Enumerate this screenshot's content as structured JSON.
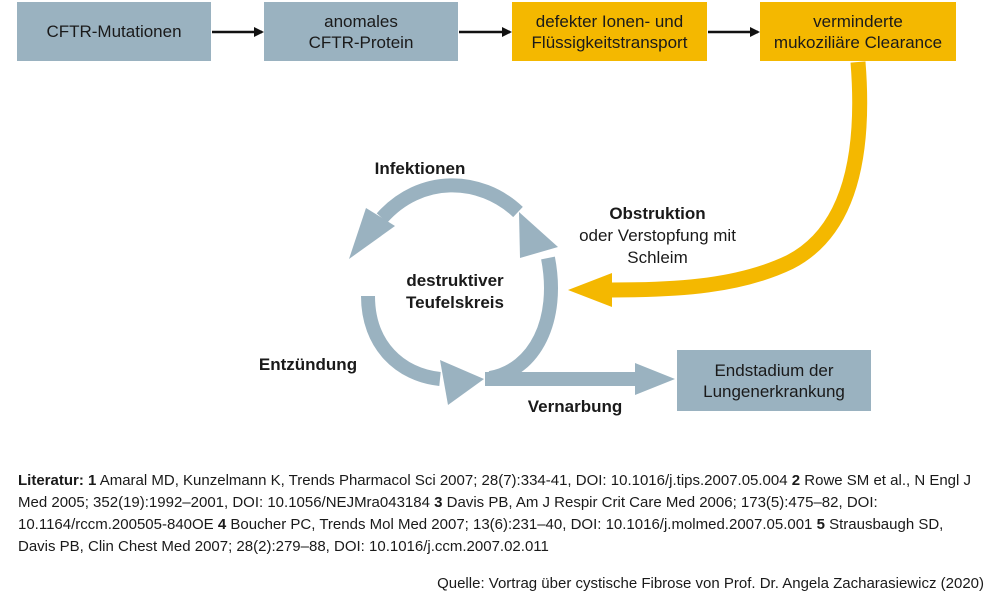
{
  "boxes": {
    "cftr_mutations": "CFTR-Mutationen",
    "abnormal_protein": "anomales\nCFTR-Protein",
    "defective_transport": "defekter Ionen- und\nFlüssigkeitstransport",
    "reduced_clearance": "verminderte\nmukoziliäre Clearance",
    "end_stage": "Endstadium der\nLungenerkrankung"
  },
  "cycle": {
    "infections": "Infektionen",
    "inflammation": "Entzündung",
    "scarring": "Vernarbung",
    "center_line1": "destruktiver",
    "center_line2": "Teufelskreis"
  },
  "obstruction": {
    "title": "Obstruktion",
    "line2": "oder Verstopfung mit",
    "line3": "Schleim"
  },
  "references": {
    "label": "Literatur:",
    "items": [
      {
        "num": "1",
        "text": "Amaral MD, Kunzelmann K, Trends Pharmacol Sci 2007; 28(7):334-41, DOI: 10.1016/j.tips.2007.05.004"
      },
      {
        "num": "2",
        "text": "Rowe SM et al., N Engl J Med 2005; 352(19):1992–2001, DOI: 10.1056/NEJMra043184"
      },
      {
        "num": "3",
        "text": "Davis PB, Am J Respir Crit Care Med 2006; 173(5):475–82, DOI: 10.1164/rccm.200505-840OE"
      },
      {
        "num": "4",
        "text": "Boucher PC, Trends Mol Med 2007; 13(6):231–40, DOI: 10.1016/j.molmed.2007.05.001"
      },
      {
        "num": "5",
        "text": "Strausbaugh SD, Davis PB, Clin Chest Med 2007; 28(2):279–88, DOI: 10.1016/j.ccm.2007.02.011"
      }
    ]
  },
  "source": "Quelle: Vortrag über cystische Fibrose von Prof. Dr. Angela Zacharasiewicz (2020)",
  "colors": {
    "blue": "#9ab2c0",
    "yellow": "#f4b800",
    "arrow_black": "#111111"
  }
}
